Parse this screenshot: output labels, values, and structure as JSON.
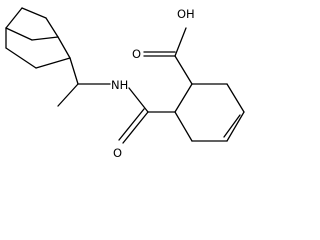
{
  "molecule": {
    "labels": {
      "hydroxyl": "OH",
      "carbonyl_oxygen_acid": "O",
      "amide_nitrogen": "NH",
      "carbonyl_oxygen_amide": "O"
    }
  }
}
